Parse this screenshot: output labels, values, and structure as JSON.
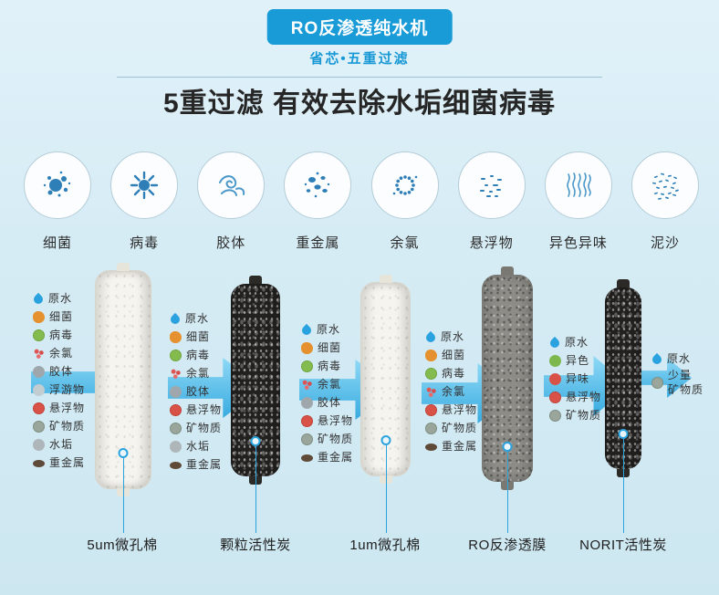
{
  "page": {
    "badge": "RO反渗透纯水机",
    "subtitle": "省芯•五重过滤",
    "title": "5重过滤 有效去除水垢细菌病毒"
  },
  "colors": {
    "accent_blue": "#189bd7",
    "arrow_blue": "#4cb8e6",
    "background": "#d6ecf5",
    "circle_icon_blue": "#2e7fb8"
  },
  "hazards": [
    {
      "label": "细菌",
      "icon": "bacteria-splat-icon"
    },
    {
      "label": "病毒",
      "icon": "virus-sun-icon"
    },
    {
      "label": "胶体",
      "icon": "colloid-swirl-icon"
    },
    {
      "label": "重金属",
      "icon": "heavy-metal-specks-icon"
    },
    {
      "label": "余氯",
      "icon": "chlorine-dots-icon"
    },
    {
      "label": "悬浮物",
      "icon": "suspended-specks-icon"
    },
    {
      "label": "异色异味",
      "icon": "odor-waves-icon"
    },
    {
      "label": "泥沙",
      "icon": "sediment-specks-icon"
    }
  ],
  "flow": {
    "input_lists": [
      {
        "items": [
          {
            "icon": "water-drop-icon",
            "label": "原水"
          },
          {
            "icon": "bacteria-icon",
            "label": "细菌"
          },
          {
            "icon": "virus-icon",
            "label": "病毒"
          },
          {
            "icon": "chlorine-icon",
            "label": "余氯"
          },
          {
            "icon": "colloid-icon",
            "label": "胶体"
          },
          {
            "icon": "plankton-icon",
            "label": "浮游物"
          },
          {
            "icon": "suspended-icon",
            "label": "悬浮物"
          },
          {
            "icon": "mineral-icon",
            "label": "矿物质"
          },
          {
            "icon": "scale-icon",
            "label": "水垢"
          },
          {
            "icon": "heavy-metal-icon",
            "label": "重金属"
          }
        ]
      },
      {
        "items": [
          {
            "icon": "water-drop-icon",
            "label": "原水"
          },
          {
            "icon": "bacteria-icon",
            "label": "细菌"
          },
          {
            "icon": "virus-icon",
            "label": "病毒"
          },
          {
            "icon": "chlorine-icon",
            "label": "余氯"
          },
          {
            "icon": "colloid-icon",
            "label": "胶体"
          },
          {
            "icon": "suspended-icon",
            "label": "悬浮物"
          },
          {
            "icon": "mineral-icon",
            "label": "矿物质"
          },
          {
            "icon": "scale-icon",
            "label": "水垢"
          },
          {
            "icon": "heavy-metal-icon",
            "label": "重金属"
          }
        ]
      },
      {
        "items": [
          {
            "icon": "water-drop-icon",
            "label": "原水"
          },
          {
            "icon": "bacteria-icon",
            "label": "细菌"
          },
          {
            "icon": "virus-icon",
            "label": "病毒"
          },
          {
            "icon": "chlorine-icon",
            "label": "余氯"
          },
          {
            "icon": "colloid-icon",
            "label": "胶体"
          },
          {
            "icon": "suspended-icon",
            "label": "悬浮物"
          },
          {
            "icon": "mineral-icon",
            "label": "矿物质"
          },
          {
            "icon": "heavy-metal-icon",
            "label": "重金属"
          }
        ]
      },
      {
        "items": [
          {
            "icon": "water-drop-icon",
            "label": "原水"
          },
          {
            "icon": "bacteria-icon",
            "label": "细菌"
          },
          {
            "icon": "virus-icon",
            "label": "病毒"
          },
          {
            "icon": "chlorine-icon",
            "label": "余氯"
          },
          {
            "icon": "suspended-icon",
            "label": "悬浮物"
          },
          {
            "icon": "mineral-icon",
            "label": "矿物质"
          },
          {
            "icon": "heavy-metal-icon",
            "label": "重金属"
          }
        ]
      },
      {
        "items": [
          {
            "icon": "water-drop-icon",
            "label": "原水"
          },
          {
            "icon": "color-icon",
            "label": "异色"
          },
          {
            "icon": "odor-icon",
            "label": "异味"
          },
          {
            "icon": "suspended-icon",
            "label": "悬浮物"
          },
          {
            "icon": "mineral-icon",
            "label": "矿物质"
          }
        ]
      },
      {
        "items": [
          {
            "icon": "water-drop-icon",
            "label": "原水"
          },
          {
            "icon": "mineral-icon",
            "label": "少量\n矿物质"
          }
        ]
      }
    ],
    "filters": [
      {
        "label": "5um微孔棉",
        "texture": "white"
      },
      {
        "label": "颗粒活性炭",
        "texture": "black"
      },
      {
        "label": "1um微孔棉",
        "texture": "white"
      },
      {
        "label": "RO反渗透膜",
        "texture": "gray"
      },
      {
        "label": "NORIT活性炭",
        "texture": "black"
      }
    ]
  }
}
